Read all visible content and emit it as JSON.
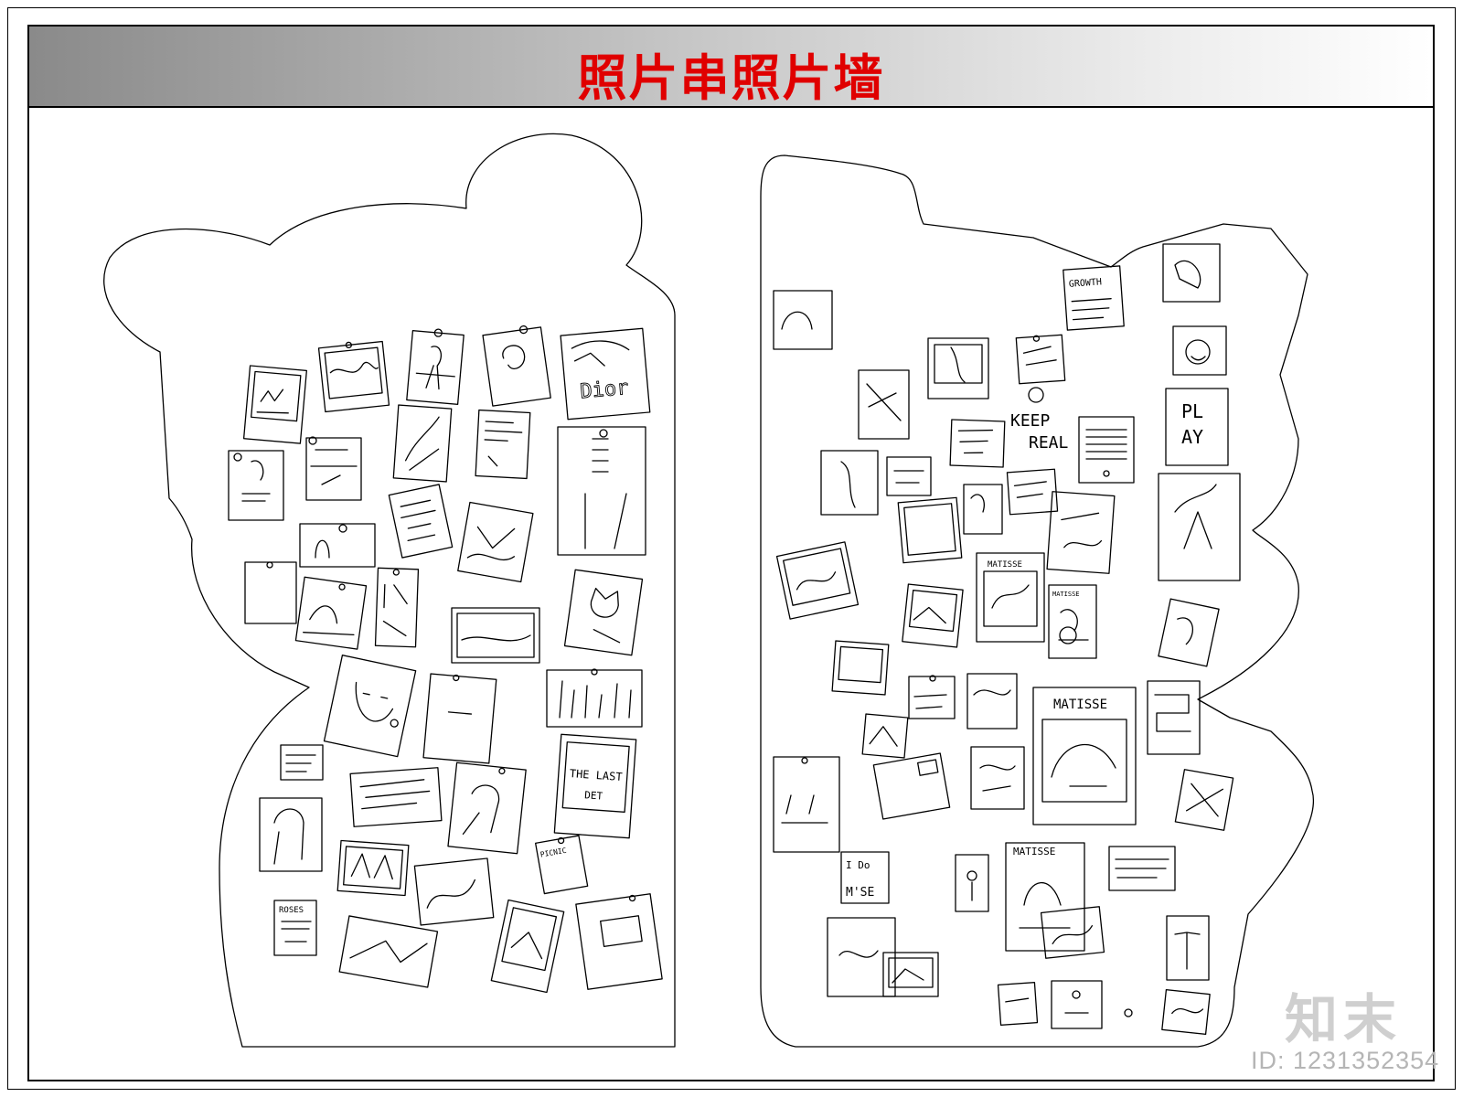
{
  "title": "照片串照片墙",
  "title_color": "#e00000",
  "line_color": "#000000",
  "brand_logo": "知末",
  "image_id": "ID: 1231352354",
  "left_wall": {
    "labels": [
      "Dior",
      "THE LAST",
      "DET",
      "ROSES",
      "PICNIC"
    ]
  },
  "right_wall": {
    "labels": [
      "GROWTH",
      "KEEP",
      "REAL",
      "PL",
      "AY",
      "MATISSE",
      "MATISSE",
      "MATISSE",
      "MATISSE",
      "I Do",
      "M'SE"
    ]
  }
}
